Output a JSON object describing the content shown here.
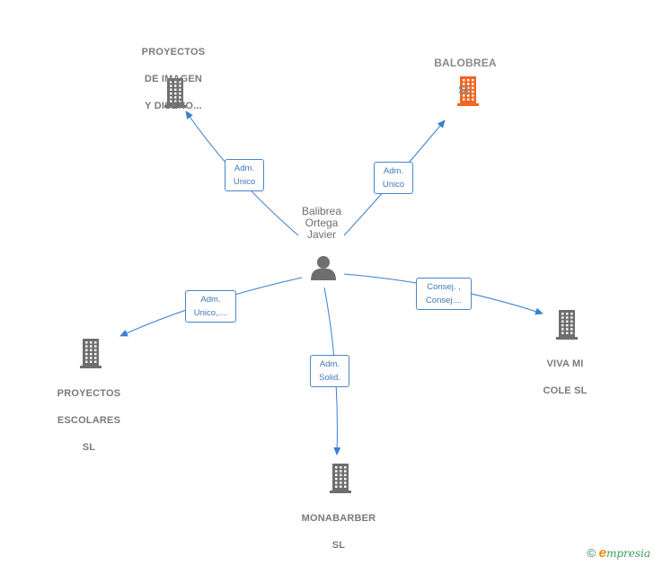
{
  "center": {
    "name_lines": [
      "Balibrea",
      "Ortega",
      "Javier"
    ],
    "icon": "person-icon",
    "color": "#6e6e6e"
  },
  "companies": [
    {
      "id": "proyectos-imagen",
      "lines": [
        "PROYECTOS",
        "DE IMAGEN",
        "Y DISEÑO..."
      ],
      "icon": "building-icon",
      "color": "#6e6e6e",
      "highlight": false
    },
    {
      "id": "balobrea",
      "lines": [
        "BALOBREA",
        "SL"
      ],
      "icon": "building-icon",
      "color": "#f26522",
      "highlight": true
    },
    {
      "id": "proyectos-escolares",
      "lines": [
        "PROYECTOS",
        "ESCOLARES",
        "SL"
      ],
      "icon": "building-icon",
      "color": "#6e6e6e",
      "highlight": false
    },
    {
      "id": "viva-mi-cole",
      "lines": [
        "VIVA MI",
        "COLE SL"
      ],
      "icon": "building-icon",
      "color": "#6e6e6e",
      "highlight": false
    },
    {
      "id": "monabarber",
      "lines": [
        "MONABARBER",
        "SL"
      ],
      "icon": "building-icon",
      "color": "#6e6e6e",
      "highlight": false
    }
  ],
  "relations": [
    {
      "to": "proyectos-imagen",
      "lines": [
        "Adm.",
        "Unico"
      ]
    },
    {
      "to": "balobrea",
      "lines": [
        "Adm.",
        "Unico"
      ]
    },
    {
      "to": "proyectos-escolares",
      "lines": [
        "Adm.",
        "Unico,...."
      ]
    },
    {
      "to": "viva-mi-cole",
      "lines": [
        "Consej. ,",
        "Consej...."
      ]
    },
    {
      "to": "monabarber",
      "lines": [
        "Adm.",
        "Solid."
      ]
    }
  ],
  "edge_color": "#3a7fd0",
  "footer": {
    "copyright": "©",
    "brand_initial": "e",
    "brand_rest": "mpresia"
  }
}
